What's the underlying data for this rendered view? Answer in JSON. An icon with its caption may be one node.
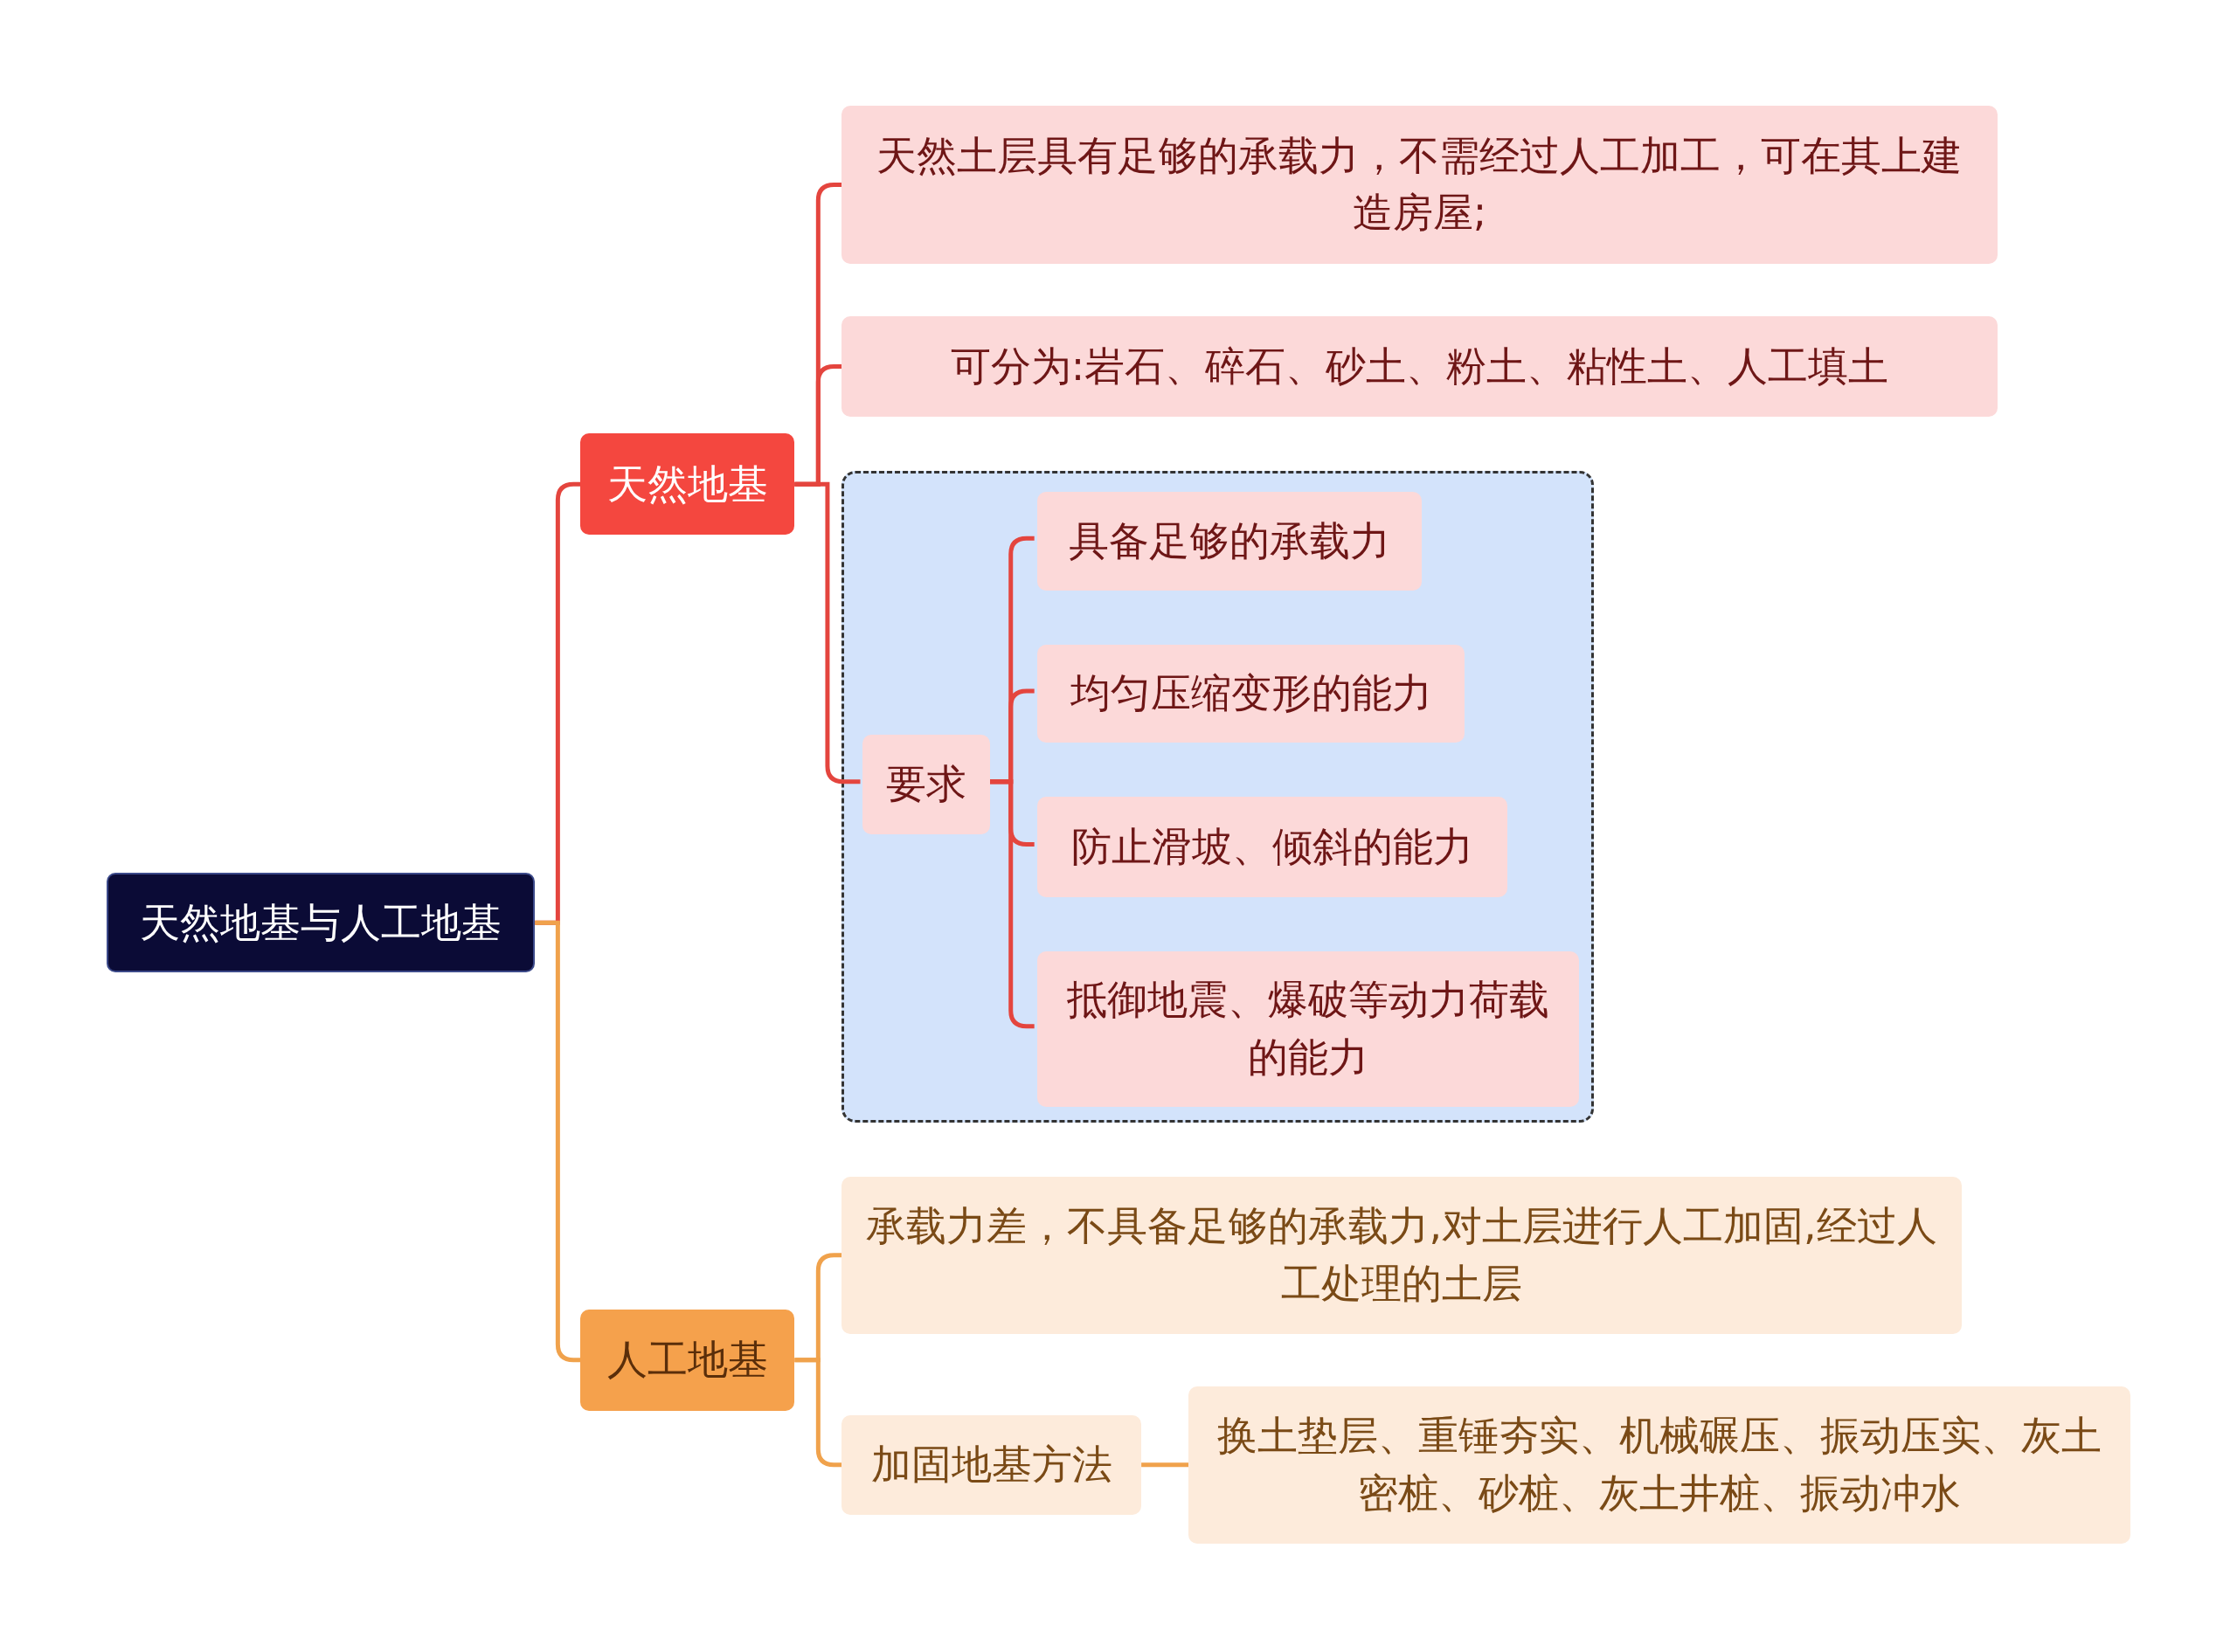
{
  "diagram": {
    "nodes": [
      {
        "text": [
          "天然地基与人工地基"
        ]
      },
      {
        "text": [
          "天然地基"
        ]
      },
      {
        "text": [
          "天然土层具有足够的承载力，不需经过人工加工，可在其上建造房屋;"
        ]
      },
      {
        "text": [
          "可分为:岩石、碎石、砂土、粉土、粘性土、人工填土"
        ]
      },
      {
        "text": [],
        "shape": "box"
      },
      {
        "text": [
          "要求"
        ],
        "in": 4
      },
      {
        "text": [
          "具备足够的承载力"
        ],
        "in": 4
      },
      {
        "text": [
          "均匀压缩变形的能力"
        ],
        "in": 4
      },
      {
        "text": [
          "防止滑坡、倾斜的能力"
        ],
        "in": 4
      },
      {
        "text": [
          "抵御地震、爆破等动力荷载的能力"
        ],
        "in": 4
      },
      {
        "text": [
          "人工地基"
        ]
      },
      {
        "text": [
          "承载力差，不具备足够的承载力,对土层进行人工加固,经过人工处理的土层"
        ]
      },
      {
        "text": [
          "加固地基方法"
        ]
      },
      {
        "text": [
          "换土垫层、重锤夯实、机械碾压、振动压实、灰土密桩、砂桩、灰土井桩、振动冲水"
        ]
      }
    ],
    "edges": [
      {
        "from": 0,
        "to": 1,
        "arrow": "none"
      },
      {
        "from": 0,
        "to": 10,
        "arrow": "none",
        "color": "#f0a24c"
      },
      {
        "from": 1,
        "to": 2,
        "arrow": "none"
      },
      {
        "from": 1,
        "to": 3,
        "arrow": "none"
      },
      {
        "from": 1,
        "to": 5,
        "arrow": "none"
      },
      {
        "from": 5,
        "to": 6,
        "arrow": "none"
      },
      {
        "from": 5,
        "to": 7,
        "arrow": "none"
      },
      {
        "from": 5,
        "to": 8,
        "arrow": "none"
      },
      {
        "from": 5,
        "to": 9,
        "arrow": "none"
      },
      {
        "from": 10,
        "to": 11,
        "arrow": "none",
        "color": "#f0a24c"
      },
      {
        "from": 10,
        "to": 12,
        "arrow": "none",
        "color": "#f0a24c"
      },
      {
        "from": 12,
        "to": 13,
        "arrow": "none",
        "color": "#f0a24c"
      }
    ]
  }
}
